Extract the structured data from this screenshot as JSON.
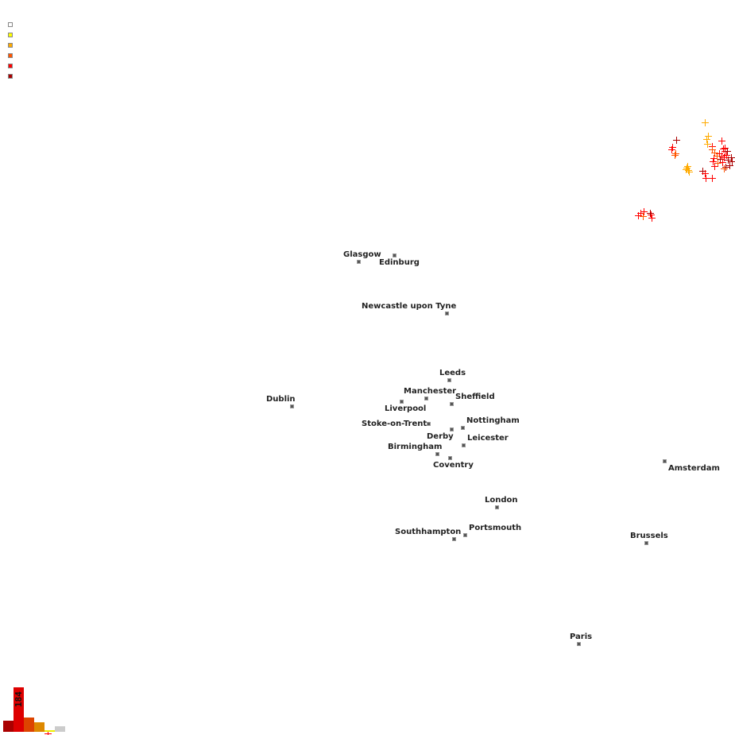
{
  "legend": {
    "colors": [
      "#ffffff",
      "#ffff00",
      "#ffaa00",
      "#ff5500",
      "#ff0000",
      "#aa0000"
    ]
  },
  "cities": [
    {
      "name": "Glasgow"
    },
    {
      "name": "Edinburg"
    },
    {
      "name": "Newcastle upon Tyne"
    },
    {
      "name": "Leeds"
    },
    {
      "name": "Manchester"
    },
    {
      "name": "Sheffield"
    },
    {
      "name": "Liverpool"
    },
    {
      "name": "Dublin"
    },
    {
      "name": "Stoke-on-Trent"
    },
    {
      "name": "Nottingham"
    },
    {
      "name": "Derby"
    },
    {
      "name": "Leicester"
    },
    {
      "name": "Birmingham"
    },
    {
      "name": "Coventry"
    },
    {
      "name": "Amsterdam"
    },
    {
      "name": "London"
    },
    {
      "name": "Portsmouth"
    },
    {
      "name": "Southhampton"
    },
    {
      "name": "Brussels"
    },
    {
      "name": "Paris"
    }
  ],
  "histogram": {
    "max_label": "184",
    "colors": [
      "#aa0000",
      "#dd0000",
      "#dd4400",
      "#dd8800",
      "#eeee00",
      "#cccccc"
    ]
  },
  "strike_colors": {
    "orange": "#ffaa00",
    "orangered": "#ff5500",
    "red": "#ff0000",
    "darkred": "#aa0000"
  }
}
